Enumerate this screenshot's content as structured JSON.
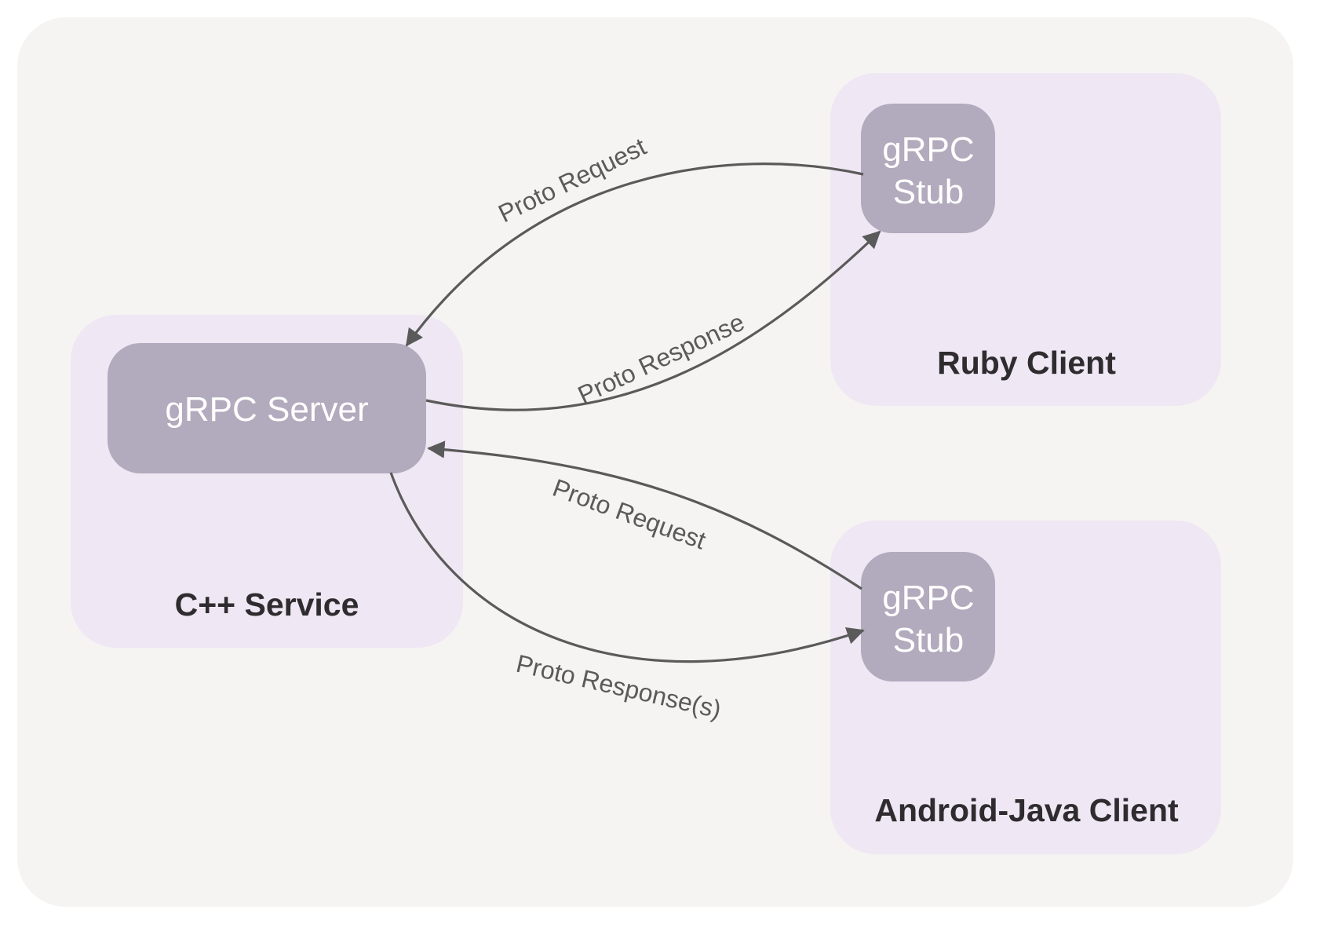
{
  "diagram": {
    "title": "",
    "colors": {
      "background": "#f5f4f2",
      "group_fill": "#efe7f3",
      "node_fill": "#b2aabd",
      "node_text": "#ffffff",
      "group_label": "#2e2c2f",
      "edge": "#5a5a5a"
    },
    "groups": [
      {
        "id": "cpp",
        "label": "C++ Service"
      },
      {
        "id": "ruby",
        "label": "Ruby Client"
      },
      {
        "id": "android",
        "label": "Android-Java Client"
      }
    ],
    "nodes": [
      {
        "id": "server",
        "group": "cpp",
        "lines": [
          "gRPC Server"
        ]
      },
      {
        "id": "ruby_stub",
        "group": "ruby",
        "lines": [
          "gRPC",
          "Stub"
        ]
      },
      {
        "id": "android_stub",
        "group": "android",
        "lines": [
          "gRPC",
          "Stub"
        ]
      }
    ],
    "edges": [
      {
        "id": "ruby_request",
        "from": "ruby_stub",
        "to": "server",
        "label": "Proto Request"
      },
      {
        "id": "ruby_response",
        "from": "server",
        "to": "ruby_stub",
        "label": "Proto Response"
      },
      {
        "id": "android_request",
        "from": "android_stub",
        "to": "server",
        "label": "Proto Request"
      },
      {
        "id": "android_response",
        "from": "server",
        "to": "android_stub",
        "label": "Proto Response(s)"
      }
    ]
  }
}
